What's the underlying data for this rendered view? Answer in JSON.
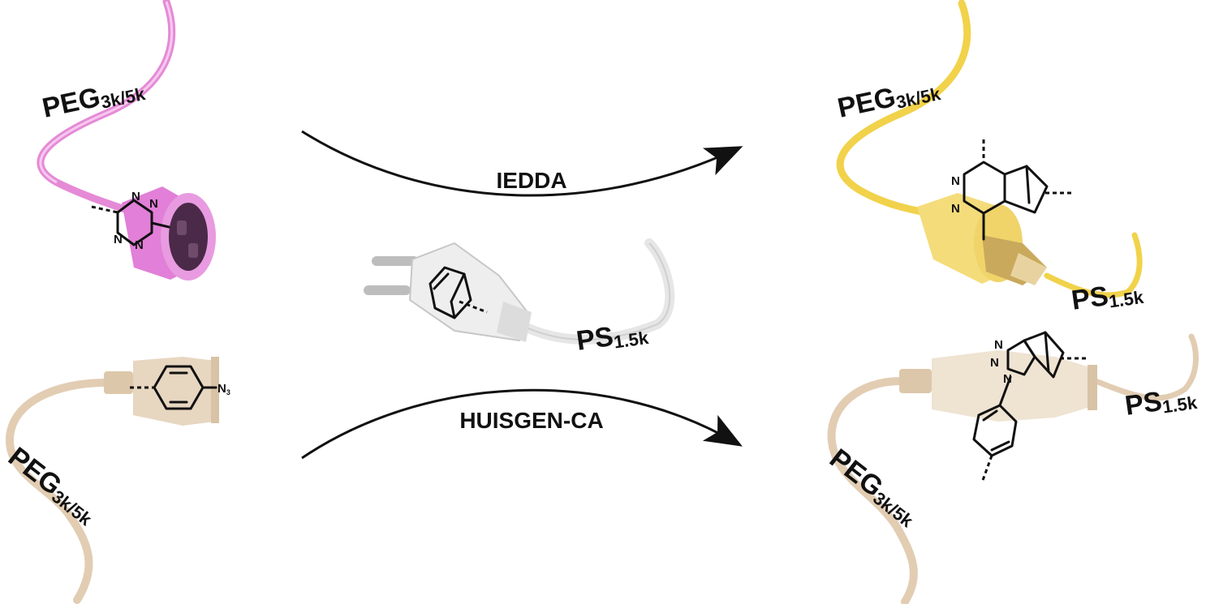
{
  "labels": {
    "peg": "PEG",
    "peg_sub": "3k/5k",
    "ps": "PS",
    "ps_sub": "1.5k"
  },
  "reactions": {
    "top": "IEDDA",
    "bottom": "HUISGEN-CA"
  },
  "atoms": {
    "nitrogen": "N",
    "azide": "N",
    "azide_sub": "3"
  },
  "colors": {
    "pink_cable": "#e58ad6",
    "pink_socket": "#e27fd8",
    "tan_cable": "#e2cdb3",
    "white_plug": "#e6e6e6",
    "yellow_cable": "#f1d24a",
    "ink": "#111111"
  },
  "icons": [
    "power-socket",
    "power-plug",
    "cable"
  ]
}
